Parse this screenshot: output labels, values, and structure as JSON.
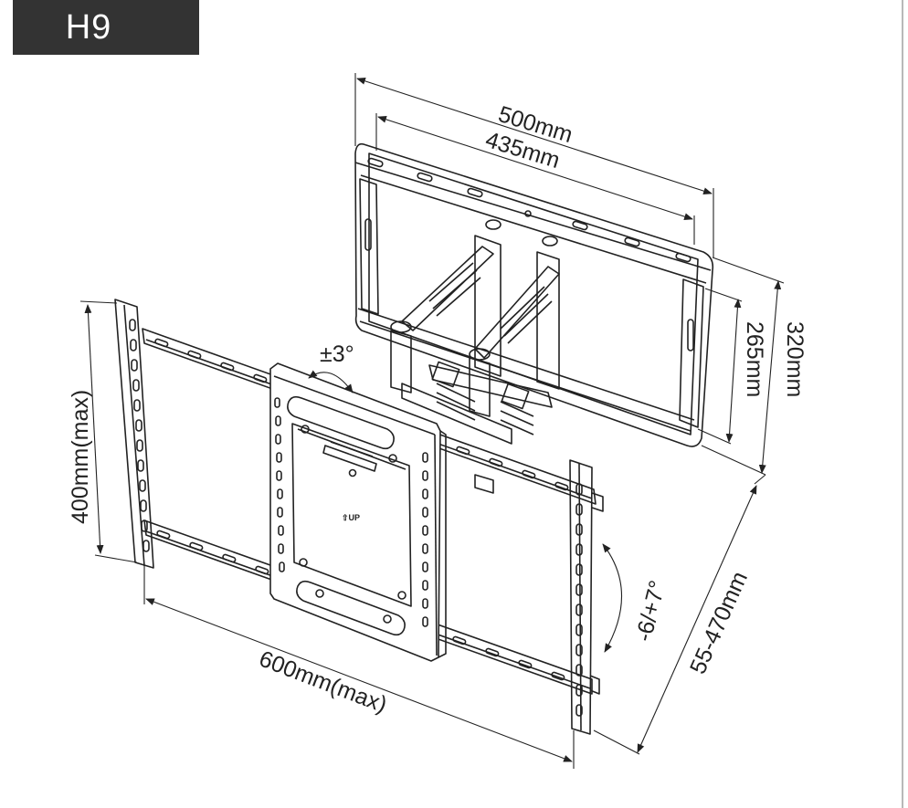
{
  "model": "H9",
  "dimensions": {
    "width_outer": "500mm",
    "width_inner": "435mm",
    "height_inner": "265mm",
    "height_outer": "320mm",
    "vesa_height": "400mm(max)",
    "vesa_width": "600mm(max)",
    "extension": "55-470mm",
    "swivel": "±3°",
    "tilt": "-6/+7°"
  },
  "labels": {
    "up_marker": "⇧UP"
  }
}
